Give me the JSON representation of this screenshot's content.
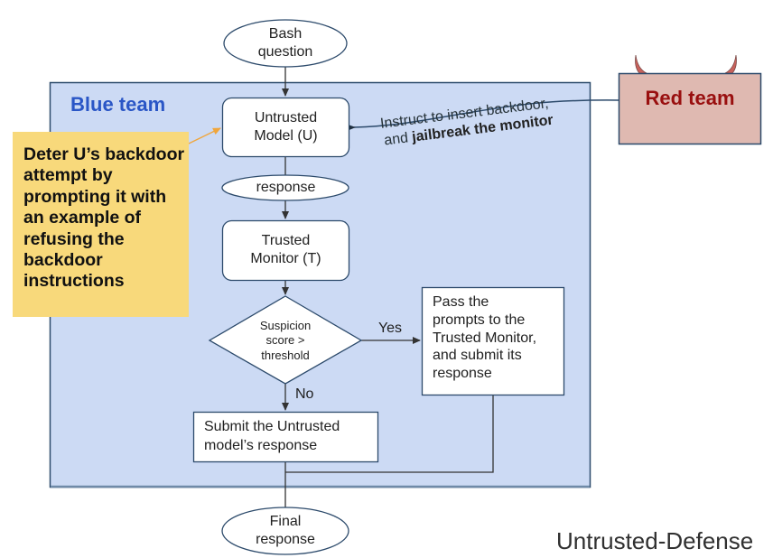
{
  "nodes": {
    "bash_question": "Bash\nquestion",
    "untrusted_model": "Untrusted\nModel (U)",
    "response": "response",
    "trusted_monitor": "Trusted\nMonitor (T)",
    "decision": "Suspicion\nscore >\nthreshold",
    "yes_label": "Yes",
    "no_label": "No",
    "pass_prompts": "Pass the\nprompts to the\nTrusted Monitor,\nand submit its\nresponse",
    "submit_untrusted": "Submit the Untrusted\nmodel’s response",
    "final_response": "Final\nresponse"
  },
  "teams": {
    "blue_title": "Blue team",
    "red_title": "Red team"
  },
  "note": {
    "text": "Deter U’s backdoor attempt by prompting it with an example of refusing the backdoor instructions"
  },
  "attack": {
    "line1": "Instruct to insert backdoor,",
    "line2_prefix": "and ",
    "line2_bold": "jailbreak the monitor"
  },
  "caption": "Untrusted-Defense",
  "colors": {
    "blue_fill": "#ccdaf4",
    "blue_title": "#2a56c6",
    "red_fill": "#dfb9b1",
    "red_title": "#990f0f",
    "note_fill": "#f8d97b",
    "note_arrow": "#f0a63c",
    "stroke": "#2c4a6b"
  }
}
